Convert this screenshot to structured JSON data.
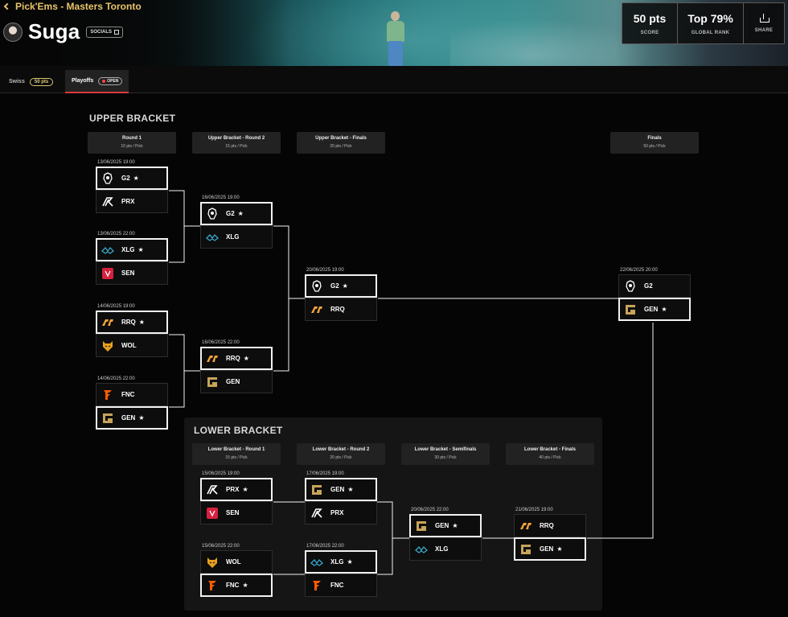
{
  "header": {
    "back_label": "Pick'Ems - Masters Toronto",
    "username": "Suga",
    "socials_label": "SOCIALS",
    "stats": [
      {
        "value": "50 pts",
        "label": "SCORE"
      },
      {
        "value": "Top 79%",
        "label": "GLOBAL RANK"
      },
      {
        "value": "",
        "label": "SHARE"
      }
    ]
  },
  "tabs": [
    {
      "label": "Swiss",
      "badge": "50 pts"
    },
    {
      "label": "Playoffs",
      "badge": "OPEN"
    }
  ],
  "upper": {
    "title": "UPPER BRACKET",
    "rounds": [
      {
        "name": "Round 1",
        "pts": "10 pts / Pick"
      },
      {
        "name": "Upper Bracket - Round 2",
        "pts": "15 pts / Pick"
      },
      {
        "name": "Upper Bracket - Finals",
        "pts": "20 pts / Pick"
      },
      {
        "name": "Finals",
        "pts": "50 pts / Pick"
      }
    ]
  },
  "lower": {
    "title": "LOWER BRACKET",
    "rounds": [
      {
        "name": "Lower Bracket - Round 1",
        "pts": "15 pts / Pick"
      },
      {
        "name": "Lower Bracket - Round 2",
        "pts": "20 pts / Pick"
      },
      {
        "name": "Lower Bracket - Semifinals",
        "pts": "30 pts / Pick"
      },
      {
        "name": "Lower Bracket - Finals",
        "pts": "40 pts / Pick"
      }
    ]
  },
  "matches": {
    "r1a": {
      "date": "13/06/2025 19:00",
      "top": "G2",
      "bot": "PRX",
      "pick": "top"
    },
    "r1b": {
      "date": "13/06/2025 22:00",
      "top": "XLG",
      "bot": "SEN",
      "pick": "top"
    },
    "r1c": {
      "date": "14/06/2025 19:00",
      "top": "RRQ",
      "bot": "WOL",
      "pick": "top"
    },
    "r1d": {
      "date": "14/06/2025 22:00",
      "top": "FNC",
      "bot": "GEN",
      "pick": "bot"
    },
    "ur2a": {
      "date": "16/06/2025 19:00",
      "top": "G2",
      "bot": "XLG",
      "pick": "top"
    },
    "ur2b": {
      "date": "16/06/2025 22:00",
      "top": "RRQ",
      "bot": "GEN",
      "pick": "top"
    },
    "uf": {
      "date": "20/06/2025 19:00",
      "top": "G2",
      "bot": "RRQ",
      "pick": "top"
    },
    "gf": {
      "date": "22/06/2025 20:00",
      "top": "G2",
      "bot": "GEN",
      "pick": "bot"
    },
    "lr1a": {
      "date": "15/06/2025 19:00",
      "top": "PRX",
      "bot": "SEN",
      "pick": "top"
    },
    "lr1b": {
      "date": "15/06/2025 22:00",
      "top": "WOL",
      "bot": "FNC",
      "pick": "bot"
    },
    "lr2a": {
      "date": "17/06/2025 19:00",
      "top": "GEN",
      "bot": "PRX",
      "pick": "top"
    },
    "lr2b": {
      "date": "17/06/2025 22:00",
      "top": "XLG",
      "bot": "FNC",
      "pick": "top"
    },
    "lsf": {
      "date": "20/06/2025 22:00",
      "top": "GEN",
      "bot": "XLG",
      "pick": "top"
    },
    "lf": {
      "date": "21/06/2025 19:00",
      "top": "RRQ",
      "bot": "GEN",
      "pick": "bot"
    }
  },
  "team_colors": {
    "G2": "#ffffff",
    "PRX": "#ffffff",
    "XLG": "#3aa6c9",
    "SEN": "#d6213f",
    "RRQ": "#f2a33a",
    "WOL": "#e8a11f",
    "FNC": "#ff5a00",
    "GEN": "#c8a45a"
  },
  "icons": {
    "G2": "g2-samurai-icon",
    "PRX": "prx-icon",
    "XLG": "xlg-icon",
    "SEN": "sen-icon",
    "RRQ": "rrq-icon",
    "WOL": "wol-icon",
    "FNC": "fnc-icon",
    "GEN": "gen-icon"
  }
}
